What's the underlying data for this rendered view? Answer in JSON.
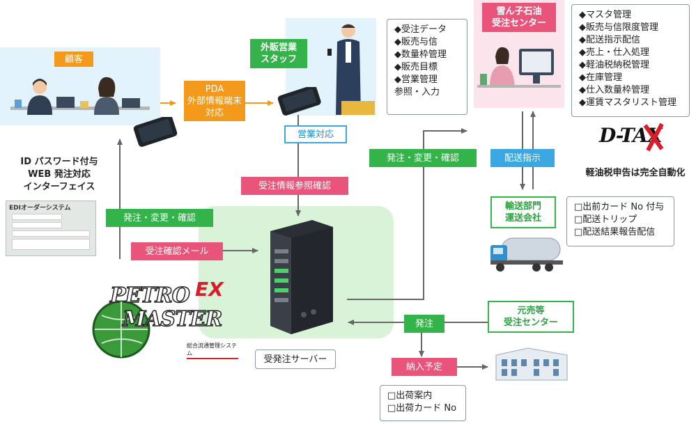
{
  "customer": {
    "title": "顧客"
  },
  "sales_staff": {
    "title": "外販営業\nスタッフ"
  },
  "center": {
    "title": "雪ん子石油\n受注センター"
  },
  "pda": {
    "label": "PDA\n外部情報端末\n対応"
  },
  "sales_response": {
    "label": "営業対応"
  },
  "order_info_ref": {
    "label": "受注情報参照確認"
  },
  "order_change_confirm_right": {
    "label": "発注・変更・確認"
  },
  "order_change_confirm_left": {
    "label": "発注・変更・確認"
  },
  "order_confirm_mail": {
    "label": "受注確認メール"
  },
  "delivery_instruction": {
    "label": "配送指示"
  },
  "transport": {
    "title": "輸送部門\n運送会社"
  },
  "supplier_center": {
    "title": "元売等\n受注センター"
  },
  "hatchu": {
    "label": "発注"
  },
  "delivery_schedule": {
    "label": "納入予定"
  },
  "server": {
    "caption": "受発注サーバー"
  },
  "web_interface": {
    "text": "ID パスワード付与\nWEB 発注対応\nインターフェイス"
  },
  "edi_system": {
    "title": "EDIオーダーシステム"
  },
  "staff_functions": [
    "◆受注データ",
    "◆販売与信",
    "◆数量枠管理",
    "◆販売目標",
    "◆営業管理",
    "参照・入力"
  ],
  "center_functions": [
    "◆マスタ管理",
    "◆販売与信限度管理",
    "◆配送指示配信",
    "◆売上・仕入処理",
    "◆軽油税納税管理",
    "◆在庫管理",
    "◆仕入数量枠管理",
    "◆運賃マスタリスト管理"
  ],
  "transport_functions": [
    "□出前カード No 付与",
    "□配送トリップ",
    "□配送結果報告配信"
  ],
  "shipping_functions": [
    "□出荷案内",
    "□出荷カード No"
  ],
  "dtax": {
    "logo": "D-TAX",
    "caption": "軽油税申告は完全自動化"
  },
  "petro": {
    "logo_line1": "PETRO",
    "logo_line2": "MASTER",
    "logo_ex": "EX",
    "subtitle": "総合流通管理システム"
  },
  "colors": {
    "green": "#34b34a",
    "pink": "#e9547a",
    "orange": "#f39a1d",
    "blue": "#3aa7e0",
    "light_blue": "#e3f3fc",
    "light_pink": "#fce4ec",
    "light_green": "#d8f3d8",
    "arrow": "#666666"
  }
}
